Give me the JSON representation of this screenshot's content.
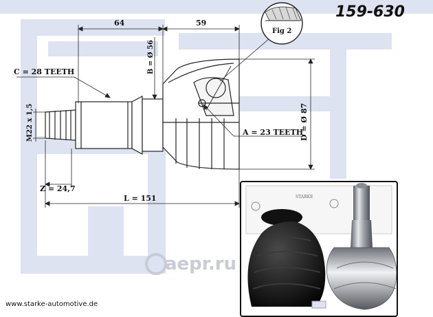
{
  "part_number": "159-630",
  "website": "www.starke-automotive.de",
  "watermark": "aepr.ru",
  "figure_label": "Fig 2",
  "dimensions": {
    "outer_length_left": "64",
    "outer_length_right": "59",
    "total_length": "L = 151",
    "inner_offset": "Z = 24,7",
    "thread": "M22 x 1,5",
    "bearing_diameter": "B = Ø 56",
    "outer_diameter": "D = Ø 87",
    "outer_teeth": "C = 28 TEETH",
    "inner_teeth": "A = 23 TEETH"
  },
  "photo": {
    "box_brand": "STARKE"
  },
  "colors": {
    "logo_blue": "#dde3f0",
    "line": "#222222",
    "photo_frame": "#111111"
  }
}
